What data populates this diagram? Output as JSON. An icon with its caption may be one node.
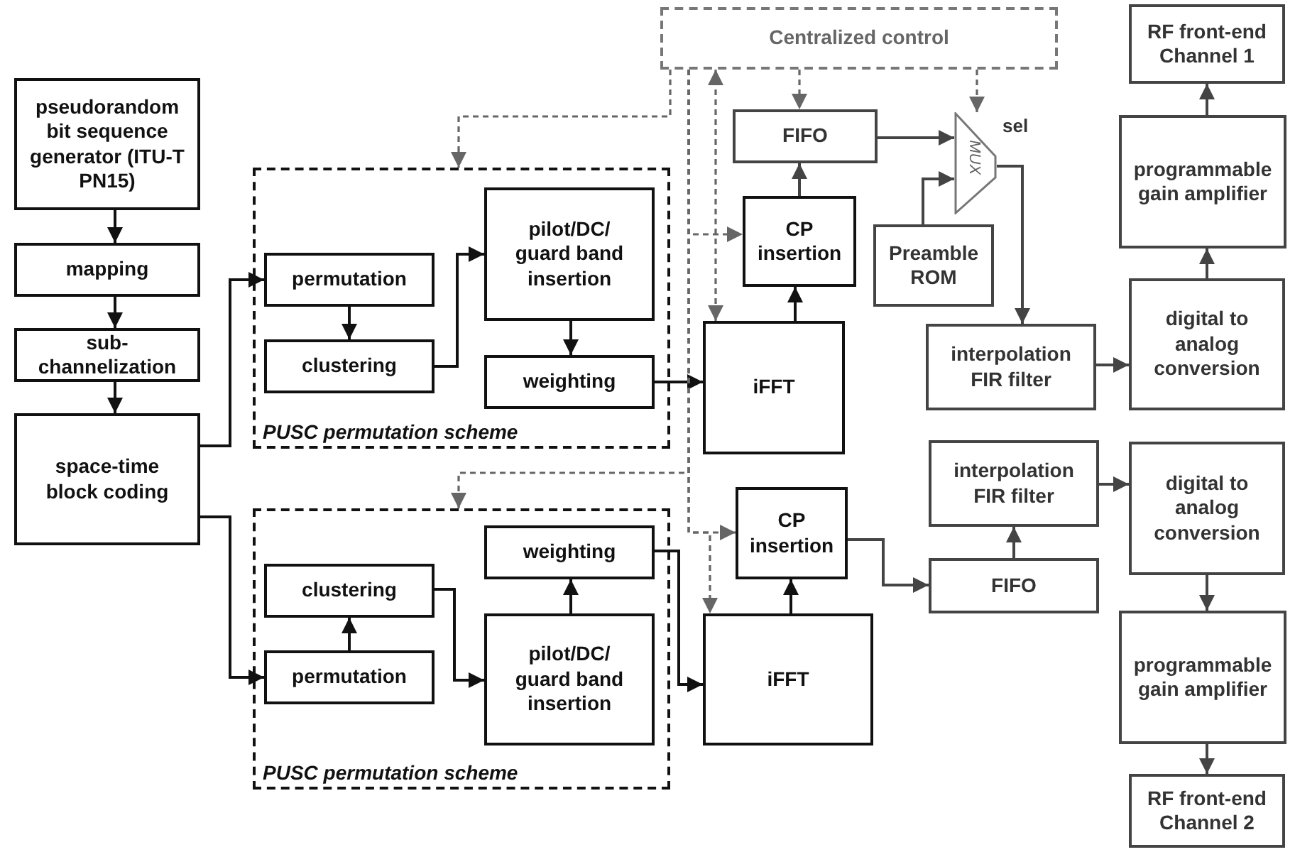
{
  "diagram": {
    "nodes": [
      {
        "text": [
          "pseudorandom bit sequence generator (ITU-T PN15)"
        ]
      },
      {
        "text": [
          "mapping"
        ]
      },
      {
        "text": [
          "sub-channelization"
        ]
      },
      {
        "text": [
          "space-time block coding"
        ]
      },
      {
        "text": [
          "PUSC permutation scheme"
        ]
      },
      {
        "text": [
          "permutation"
        ],
        "in": 4
      },
      {
        "text": [
          "clustering"
        ],
        "in": 4
      },
      {
        "text": [
          "pilot/DC/ guard band insertion"
        ],
        "in": 4
      },
      {
        "text": [
          "weighting"
        ],
        "in": 4
      },
      {
        "text": [
          "PUSC permutation scheme"
        ]
      },
      {
        "text": [
          "clustering"
        ],
        "in": 9
      },
      {
        "text": [
          "permutation"
        ],
        "in": 9
      },
      {
        "text": [
          "weighting"
        ],
        "in": 9
      },
      {
        "text": [
          "pilot/DC/ guard band insertion"
        ],
        "in": 9
      },
      {
        "text": [
          "Centralized control"
        ]
      },
      {
        "text": [
          "FIFO"
        ]
      },
      {
        "text": [
          "CP insertion"
        ]
      },
      {
        "text": [
          "iFFT"
        ]
      },
      {
        "text": [
          "MUX"
        ],
        "beside": [
          "sel"
        ]
      },
      {
        "text": [
          "Preamble ROM"
        ]
      },
      {
        "text": [
          "interpolation FIR filter"
        ]
      },
      {
        "text": [
          "digital to analog conversion"
        ]
      },
      {
        "text": [
          "programmable gain amplifier"
        ]
      },
      {
        "text": [
          "RF front-end Channel 1"
        ]
      },
      {
        "text": [
          "CP insertion"
        ]
      },
      {
        "text": [
          "iFFT"
        ]
      },
      {
        "text": [
          "FIFO"
        ]
      },
      {
        "text": [
          "interpolation FIR filter"
        ]
      },
      {
        "text": [
          "digital to analog conversion"
        ]
      },
      {
        "text": [
          "programmable gain amplifier"
        ]
      },
      {
        "text": [
          "RF front-end Channel 2"
        ]
      }
    ],
    "edges": [
      {
        "from": 0,
        "to": 1,
        "arrow": "to"
      },
      {
        "from": 1,
        "to": 2,
        "arrow": "to"
      },
      {
        "from": 2,
        "to": 3,
        "arrow": "to"
      },
      {
        "from": 3,
        "to": 5,
        "arrow": "to"
      },
      {
        "from": 3,
        "to": 11,
        "arrow": "to"
      },
      {
        "from": 5,
        "to": 6,
        "arrow": "to"
      },
      {
        "from": 6,
        "to": 7,
        "arrow": "to"
      },
      {
        "from": 7,
        "to": 8,
        "arrow": "to"
      },
      {
        "from": 8,
        "to": 17,
        "arrow": "to"
      },
      {
        "from": 17,
        "to": 16,
        "arrow": "to"
      },
      {
        "from": 16,
        "to": 15,
        "arrow": "to",
        "color": "#444444"
      },
      {
        "from": 15,
        "to": 18,
        "arrow": "to",
        "color": "#444444"
      },
      {
        "from": 19,
        "to": 18,
        "arrow": "to",
        "color": "#444444"
      },
      {
        "from": 18,
        "to": 20,
        "arrow": "to",
        "color": "#444444"
      },
      {
        "from": 20,
        "to": 21,
        "arrow": "to",
        "color": "#444444"
      },
      {
        "from": 21,
        "to": 22,
        "arrow": "to",
        "color": "#444444"
      },
      {
        "from": 22,
        "to": 23,
        "arrow": "to",
        "color": "#444444"
      },
      {
        "from": 11,
        "to": 10,
        "arrow": "to"
      },
      {
        "from": 10,
        "to": 13,
        "arrow": "to"
      },
      {
        "from": 13,
        "to": 12,
        "arrow": "to"
      },
      {
        "from": 12,
        "to": 25,
        "arrow": "to"
      },
      {
        "from": 25,
        "to": 24,
        "arrow": "to"
      },
      {
        "from": 24,
        "to": 26,
        "arrow": "to",
        "color": "#444444"
      },
      {
        "from": 26,
        "to": 27,
        "arrow": "to",
        "color": "#444444"
      },
      {
        "from": 27,
        "to": 28,
        "arrow": "to",
        "color": "#444444"
      },
      {
        "from": 28,
        "to": 29,
        "arrow": "to",
        "color": "#444444"
      },
      {
        "from": 29,
        "to": 30,
        "arrow": "to",
        "color": "#444444"
      },
      {
        "from": 14,
        "to": 4,
        "arrow": "to",
        "style": "dashed",
        "color": "#666666"
      },
      {
        "from": 14,
        "to": 15,
        "arrow": "to",
        "style": "dashed",
        "color": "#666666"
      },
      {
        "from": 14,
        "to": 18,
        "arrow": "to",
        "style": "dashed",
        "color": "#666666"
      },
      {
        "from": 14,
        "to": 16,
        "arrow": "to",
        "style": "dashed",
        "color": "#666666"
      },
      {
        "from": 14,
        "to": 17,
        "arrow": "both",
        "style": "dashed",
        "color": "#666666"
      },
      {
        "from": 14,
        "to": 9,
        "arrow": "to",
        "style": "dashed",
        "color": "#666666"
      },
      {
        "from": 14,
        "to": 24,
        "arrow": "to",
        "style": "dashed",
        "color": "#666666"
      },
      {
        "from": 14,
        "to": 25,
        "arrow": "to",
        "style": "dashed",
        "color": "#666666"
      }
    ]
  }
}
